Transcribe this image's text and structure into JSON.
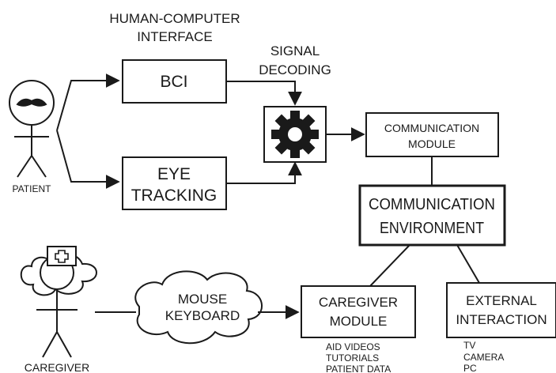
{
  "diagram": {
    "hci_label": [
      "HUMAN-COMPUTER",
      "INTERFACE"
    ],
    "decoding_label": [
      "SIGNAL",
      "DECODING"
    ],
    "patient_label": "PATIENT",
    "caregiver_label": "CAREGIVER",
    "bci": "BCI",
    "eye_tracking": [
      "EYE",
      "TRACKING"
    ],
    "communication_module": [
      "COMMUNICATION",
      "MODULE"
    ],
    "communication_environment": [
      "COMMUNICATION",
      "ENVIRONMENT"
    ],
    "input_devices": [
      "MOUSE",
      "KEYBOARD"
    ],
    "caregiver_module": [
      "CAREGIVER",
      "MODULE"
    ],
    "external_interaction": [
      "EXTERNAL",
      "INTERACTION"
    ],
    "caregiver_module_items": [
      "AID VIDEOS",
      "TUTORIALS",
      "PATIENT DATA"
    ],
    "external_interaction_items": [
      "TV",
      "CAMERA",
      "PC"
    ],
    "icons": [
      "patient-figure-icon",
      "caregiver-figure-icon",
      "gear-icon",
      "nurse-cap-cross-icon",
      "cloud-shape"
    ]
  }
}
